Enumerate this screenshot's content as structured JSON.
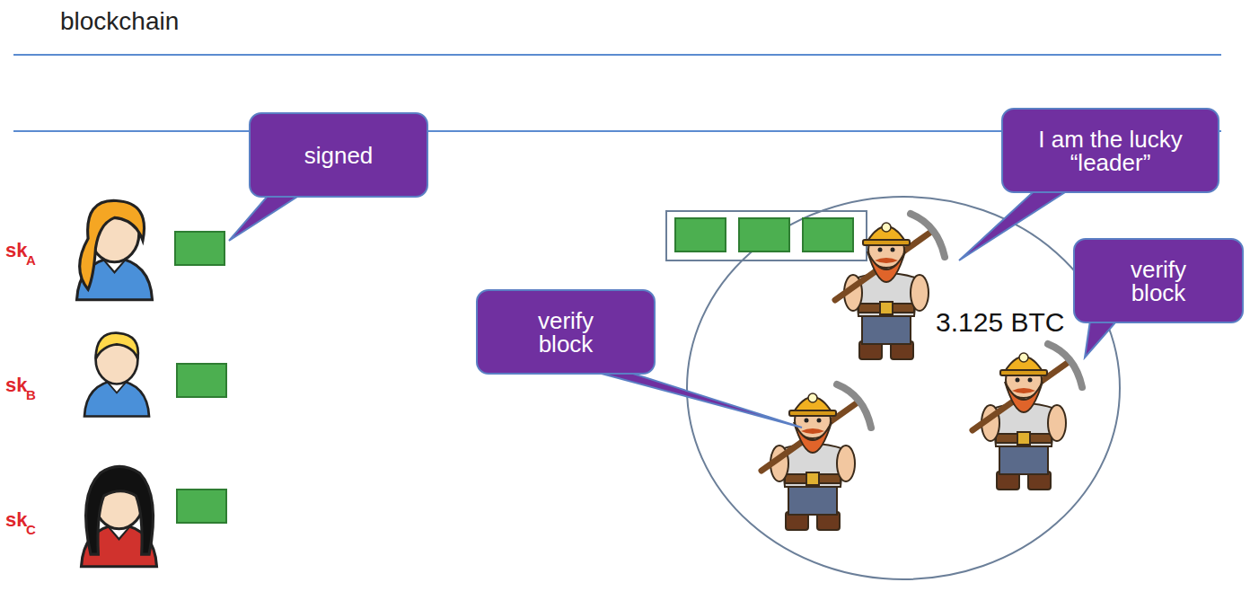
{
  "diagram": {
    "title": "blockchain",
    "nodes": [
      {
        "text": [
          "signed"
        ]
      },
      {
        "text": [
          "I am the lucky “leader”"
        ]
      },
      {
        "text": [
          "verify block"
        ]
      },
      {
        "text": [
          "verify block"
        ]
      }
    ],
    "labels": [
      "sk",
      "A",
      "sk",
      "B",
      "sk",
      "C",
      "3.125 BTC"
    ]
  }
}
